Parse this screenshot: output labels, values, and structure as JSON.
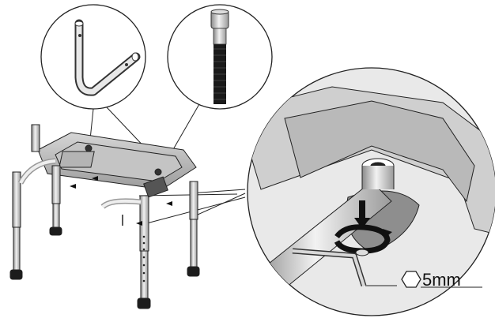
{
  "diagram": {
    "tool_size_label": "5mm",
    "parts": {
      "callout_left": "u-bracket",
      "callout_right": "bolt",
      "main": "shower-stool-frame",
      "detail": "seat-underside-detail",
      "tool": "hex-key"
    }
  }
}
